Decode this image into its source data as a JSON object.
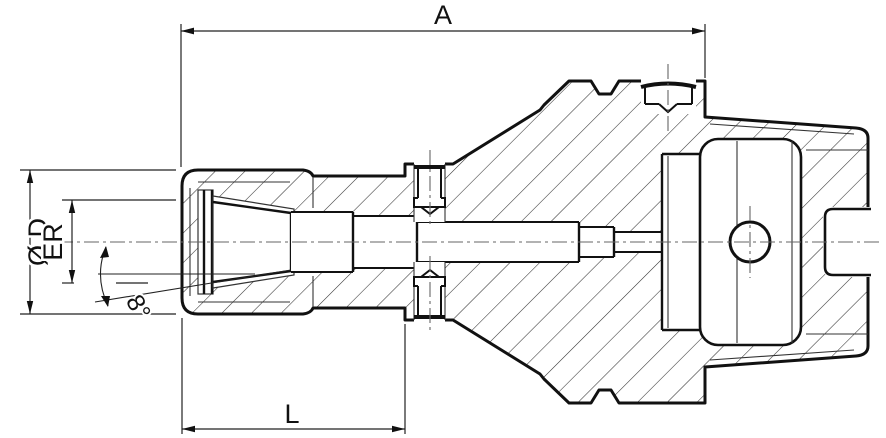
{
  "drawing": {
    "type": "technical-section-drawing",
    "subject": "collet-chuck-tool-holder",
    "dimension_labels": {
      "overall_length": "A",
      "outer_diameter": "Ø D",
      "collet": "ER",
      "taper_angle": "8°",
      "gauge_length": "L"
    },
    "colors": {
      "line": "#111111",
      "background": "#ffffff",
      "hatch": "#333333",
      "centerline": "#666666"
    }
  }
}
